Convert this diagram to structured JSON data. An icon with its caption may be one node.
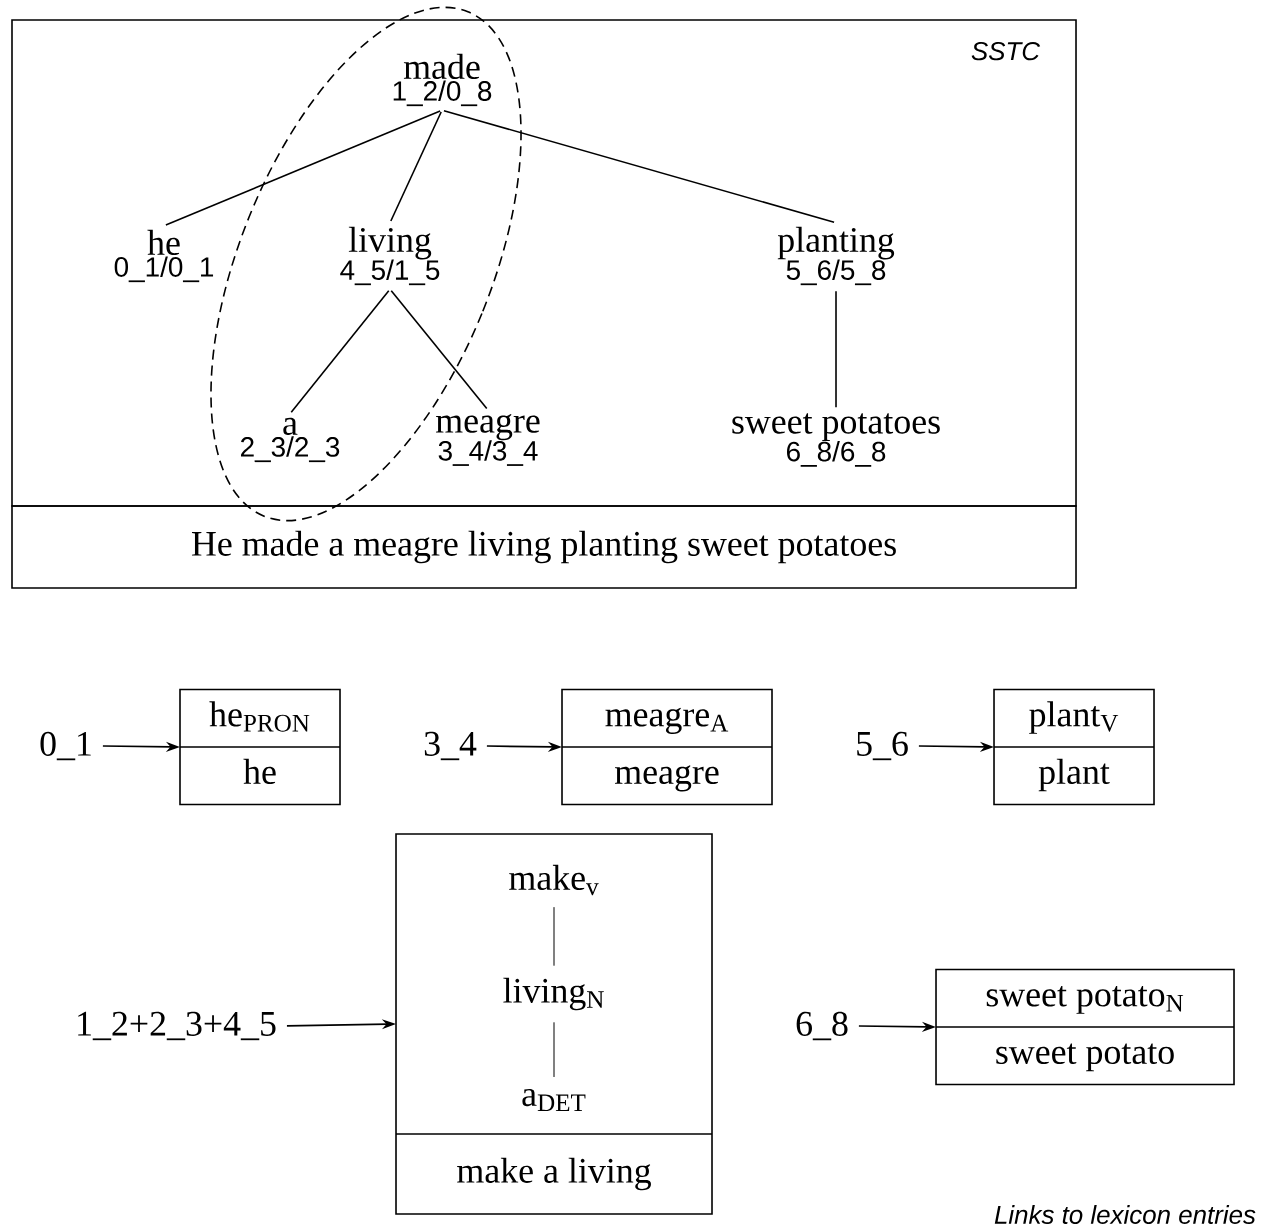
{
  "diagram": {
    "nodes": [
      {
        "text": [
          "SSTC"
        ]
      },
      {
        "text": [
          "made",
          "1_2/0_8"
        ],
        "in": 0
      },
      {
        "text": [
          "he",
          "0_1/0_1"
        ],
        "in": 0
      },
      {
        "text": [
          "living",
          "4_5/1_5"
        ],
        "in": 0
      },
      {
        "text": [
          "planting",
          "5_6/5_8"
        ],
        "in": 0
      },
      {
        "text": [
          "a",
          "2_3/2_3"
        ],
        "in": 0
      },
      {
        "text": [
          "meagre",
          "3_4/3_4"
        ],
        "in": 0
      },
      {
        "text": [
          "sweet potatoes",
          "6_8/6_8"
        ],
        "in": 0
      },
      {
        "text": [
          "He made a meagre living planting sweet potatoes"
        ]
      },
      {
        "text": [
          "0_1"
        ]
      },
      {
        "text": [
          "he$_{PRON}$",
          "he"
        ]
      },
      {
        "text": [
          "3_4"
        ]
      },
      {
        "text": [
          "meagre$_{A}$",
          "meagre"
        ]
      },
      {
        "text": [
          "5_6"
        ]
      },
      {
        "text": [
          "plant$_{V}$",
          "plant"
        ]
      },
      {
        "text": [
          "1_2+2_3+4_5"
        ]
      },
      {
        "text": [
          "make a living"
        ]
      },
      {
        "text": [
          "make$_{v}$"
        ],
        "in": 16
      },
      {
        "text": [
          "living$_{N}$"
        ],
        "in": 16
      },
      {
        "text": [
          "a$_{DET}$"
        ],
        "in": 16
      },
      {
        "text": [
          "6_8"
        ]
      },
      {
        "text": [
          "sweet potato$_{N}$",
          "sweet potato"
        ]
      }
    ],
    "edges": [
      {
        "from": 1,
        "to": 2,
        "arrow": "none"
      },
      {
        "from": 1,
        "to": 3,
        "arrow": "none"
      },
      {
        "from": 1,
        "to": 4,
        "arrow": "none"
      },
      {
        "from": 3,
        "to": 5,
        "arrow": "none"
      },
      {
        "from": 3,
        "to": 6,
        "arrow": "none"
      },
      {
        "from": 4,
        "to": 7,
        "arrow": "none"
      },
      {
        "from": 9,
        "to": 10,
        "arrow": "to"
      },
      {
        "from": 11,
        "to": 12,
        "arrow": "to"
      },
      {
        "from": 13,
        "to": 14,
        "arrow": "to"
      },
      {
        "from": 15,
        "to": 16,
        "arrow": "to"
      },
      {
        "from": 17,
        "to": 18,
        "arrow": "none"
      },
      {
        "from": 18,
        "to": 19,
        "arrow": "none"
      },
      {
        "from": 20,
        "to": 21,
        "arrow": "to"
      }
    ],
    "labels": [
      "Links to lexicon entries"
    ]
  }
}
